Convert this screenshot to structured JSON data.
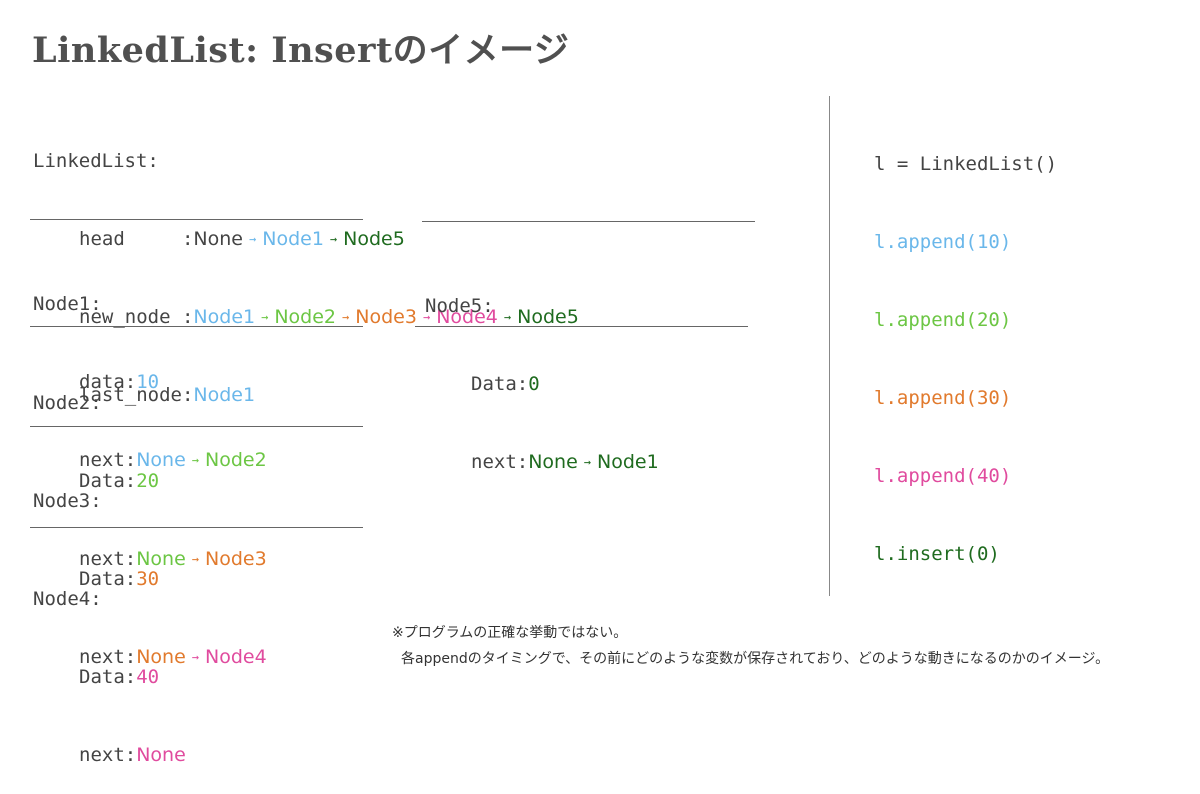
{
  "title": "LinkedList: Insertのイメージ",
  "colors": {
    "node1": "#6ab7ea",
    "node2": "#6cc644",
    "node3": "#e17a2d",
    "node4": "#e04b9e",
    "node5": "#1f6b1f",
    "text": "#444444"
  },
  "arrow": "→",
  "linked_list": {
    "header": "LinkedList:",
    "head": {
      "label": "head",
      "sep": ":",
      "chain": [
        "None",
        "Node1",
        "Node5"
      ]
    },
    "new_node": {
      "label": "new_node",
      "sep": ":",
      "chain": [
        "Node1",
        "Node2",
        "Node3",
        "Node4",
        "Node5"
      ]
    },
    "last_node": {
      "label": "last_node",
      "sep": ":",
      "value": "Node1"
    }
  },
  "nodes": [
    {
      "name": "Node1:",
      "data_label": "data",
      "data_value": "10",
      "next_label": "next",
      "next_chain": [
        "None",
        "Node2"
      ]
    },
    {
      "name": "Node2:",
      "data_label": "Data",
      "data_value": "20",
      "next_label": "next",
      "next_chain": [
        "None",
        "Node3"
      ]
    },
    {
      "name": "Node3:",
      "data_label": "Data",
      "data_value": "30",
      "next_label": "next",
      "next_chain": [
        "None",
        "Node4"
      ]
    },
    {
      "name": "Node4:",
      "data_label": "Data",
      "data_value": "40",
      "next_label": "next",
      "next_chain": [
        "None"
      ]
    },
    {
      "name": "Node5:",
      "data_label": "Data",
      "data_value": "0",
      "next_label": "next",
      "next_chain": [
        "None",
        "Node1"
      ]
    }
  ],
  "code": [
    "l = LinkedList()",
    "l.append(10)",
    "l.append(20)",
    "l.append(30)",
    "l.append(40)",
    "l.insert(0)"
  ],
  "notes": [
    "※プログラムの正確な挙動ではない。",
    "各appendのタイミングで、その前にどのような変数が保存されており、どのような動きになるのかのイメージ。"
  ]
}
